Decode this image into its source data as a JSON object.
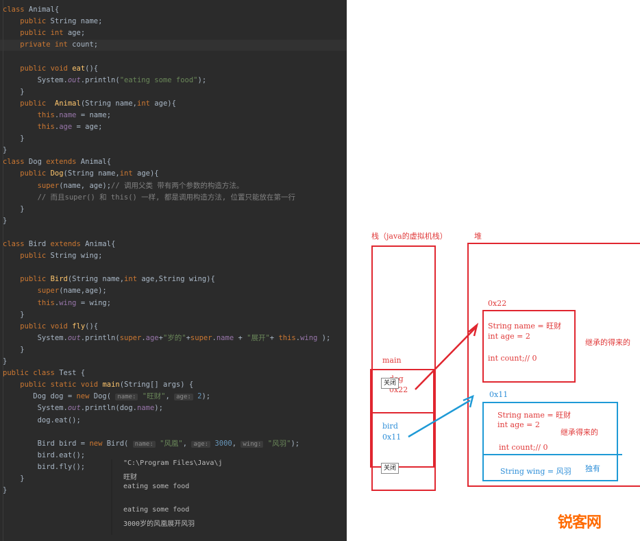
{
  "editor": {
    "lines": [
      "class Animal{",
      "    public String name;",
      "    public int age;",
      "    private int count;",
      "",
      "    public void eat(){",
      "        System.out.println(\"eating some food\");",
      "    }",
      "    public  Animal(String name,int age){",
      "        this.name = name;",
      "        this.age = age;",
      "    }",
      "}",
      "class Dog extends Animal{",
      "    public Dog(String name,int age){",
      "        super(name, age);// 调用父类 带有两个参数的构造方法。",
      "        // 而且super() 和 this() 一样, 都是调用构造方法, 位置只能放在第一行",
      "    }",
      "}",
      "",
      "class Bird extends Animal{",
      "    public String wing;",
      "",
      "    public Bird(String name,int age,String wing){",
      "        super(name,age);",
      "        this.wing = wing;",
      "    }",
      "    public void fly(){",
      "        System.out.println(super.age+\"岁的\"+super.name + \"展开\"+ this.wing );",
      "    }",
      "}",
      "public class Test {",
      "    public static void main(String[] args) {",
      "       Dog dog = new Dog( name: \"旺财\", age: 2);",
      "        System.out.println(dog.name);",
      "        dog.eat();",
      "",
      "        Bird bird = new Bird( name: \"风凰\", age: 3000, wing: \"风羽\");",
      "        bird.eat();",
      "        bird.fly();",
      "    }",
      "}"
    ]
  },
  "console": {
    "lines": [
      "\"C:\\Program Files\\Java\\j",
      "旺财",
      "eating some food",
      "",
      "eating some food",
      "3000岁的风凰展开风羽"
    ]
  },
  "diagram": {
    "stack_title": "栈（java的虚拟机栈）",
    "heap_title": "堆",
    "main_label": "main",
    "dog_var": "dog",
    "dog_addr": "0x22",
    "bird_var": "bird",
    "bird_addr": "0x11",
    "close_label": "关闭",
    "dog_obj_addr": "0x22",
    "dog_name_field": "String name = 旺财",
    "dog_age_field": "int age = 2",
    "dog_count_field": "int count;// 0",
    "dog_note": "继承的得来的",
    "bird_obj_addr": "0x11",
    "bird_name_field": "String name = 旺财",
    "bird_age_field": "int age = 2",
    "bird_note": "继承得来的",
    "bird_count_field": "int count;// 0",
    "bird_wing_field": "String wing = 风羽",
    "bird_wing_note": "独有"
  },
  "watermark": {
    "text": "锐客网",
    "color_primary": "#ff6a00",
    "color_secondary": "#222222"
  }
}
